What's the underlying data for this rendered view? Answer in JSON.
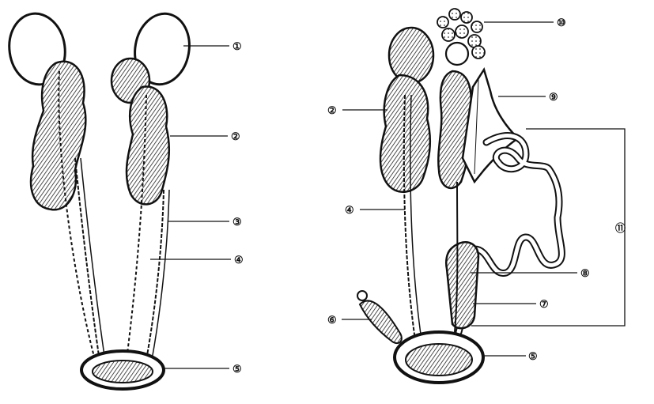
{
  "figure": {
    "left_panel": {
      "labels": {
        "l1": "①",
        "l2": "②",
        "l3": "③",
        "l4": "④",
        "l5": "⑤"
      }
    },
    "right_panel": {
      "labels": {
        "r2": "②",
        "r4": "④",
        "r5": "⑤",
        "r6": "⑥",
        "r7": "⑦",
        "r8": "⑧",
        "r9": "⑨",
        "r10": "⑩",
        "r11": "⑪"
      }
    }
  }
}
